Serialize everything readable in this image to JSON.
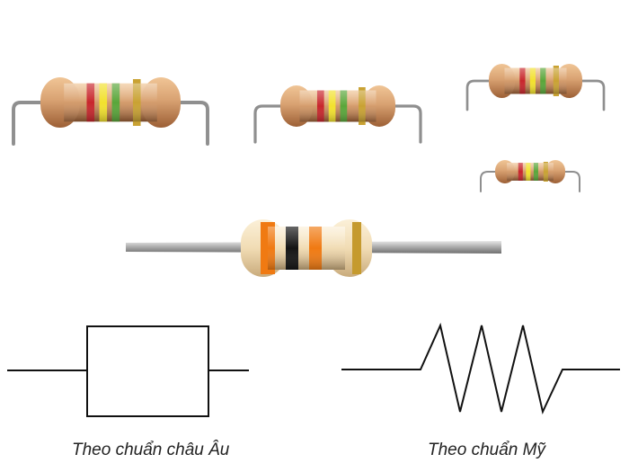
{
  "captions": {
    "european_standard": "Theo chuẩn châu Âu",
    "american_standard": "Theo chuẩn Mỹ"
  },
  "colors": {
    "resistor_body": "#d9a272",
    "resistor_body_dark": "#a7693e",
    "lead_wire": "#8f8f8f",
    "light_body": "#f1dcb4",
    "symbol_stroke": "#111111"
  },
  "resistors": [
    {
      "name": "resistor-large",
      "bands": [
        "#c8262c",
        "#f2e12d",
        "#5aa63a",
        "#c9a233"
      ]
    },
    {
      "name": "resistor-medium",
      "bands": [
        "#c8262c",
        "#f2e12d",
        "#5aa63a",
        "#c9a233"
      ]
    },
    {
      "name": "resistor-small",
      "bands": [
        "#c8262c",
        "#f2e12d",
        "#5aa63a",
        "#c9a233"
      ]
    },
    {
      "name": "resistor-tiny",
      "bands": [
        "#c8262c",
        "#f2e12d",
        "#5aa63a",
        "#c9a233"
      ]
    },
    {
      "name": "resistor-axial",
      "bands": [
        "#f07a12",
        "#141414",
        "#f07a12",
        "#c59a2e"
      ]
    }
  ]
}
